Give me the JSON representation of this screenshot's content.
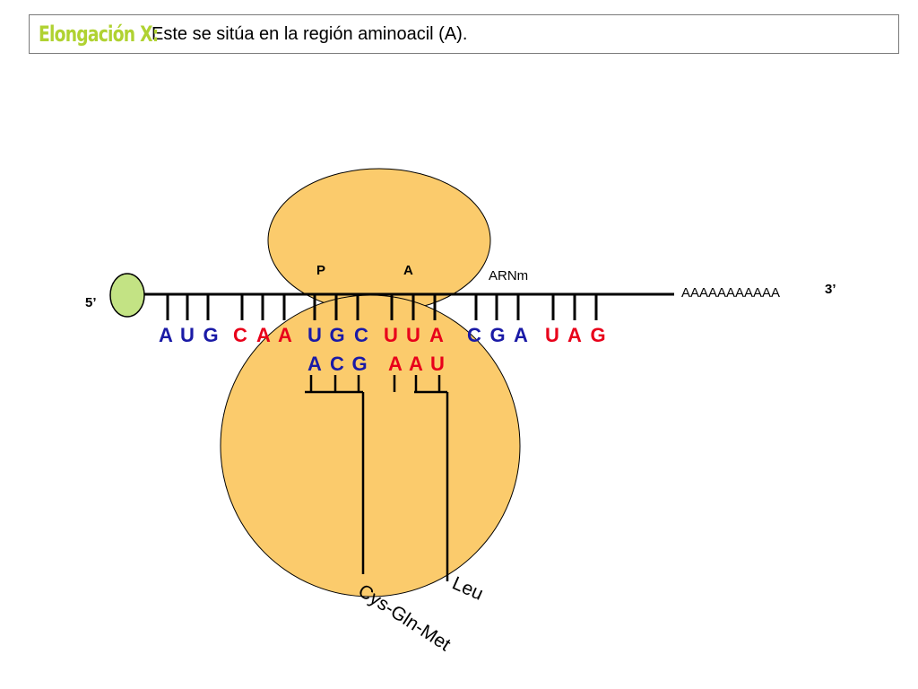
{
  "title": {
    "heading": "Elongación X:",
    "text": "Este se sitúa en la región aminoacil (A)."
  },
  "colors": {
    "ribosome": "#fbcb6c",
    "cap": "#c3e384",
    "blue": "#1a1aa6",
    "red": "#e8001a",
    "heading": "#b0d232"
  },
  "labels": {
    "site_p": "P",
    "site_a": "A",
    "mrna": "ARNm",
    "poly_a": "AAAAAAAAAAA",
    "end5": "5’",
    "end3": "3’"
  },
  "codons": [
    {
      "bases": [
        "A",
        "U",
        "G"
      ],
      "color": "blue"
    },
    {
      "bases": [
        "C",
        "A",
        "A"
      ],
      "color": "red"
    },
    {
      "bases": [
        "U",
        "G",
        "C"
      ],
      "color": "blue"
    },
    {
      "bases": [
        "U",
        "U",
        "A"
      ],
      "color": "red"
    },
    {
      "bases": [
        "C",
        "G",
        "A"
      ],
      "color": "blue"
    },
    {
      "bases": [
        "U",
        "A",
        "G"
      ],
      "color": "red"
    }
  ],
  "anticodons": [
    {
      "bases": [
        "A",
        "C",
        "G"
      ],
      "color": "blue"
    },
    {
      "bases": [
        "A",
        "A",
        "U"
      ],
      "color": "red"
    }
  ],
  "peptides": {
    "p_site": "Cys-Gln-Met",
    "a_site": "Leu"
  }
}
